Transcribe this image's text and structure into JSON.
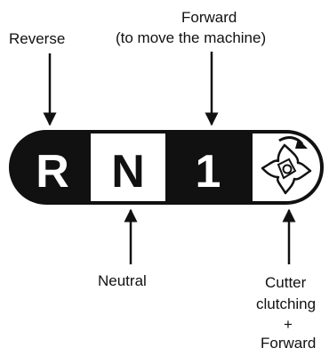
{
  "selector": {
    "positions": [
      {
        "symbol": "R",
        "name": "reverse"
      },
      {
        "symbol": "N",
        "name": "neutral"
      },
      {
        "symbol": "1",
        "name": "forward"
      },
      {
        "symbol": "",
        "name": "cutter-clutching-forward",
        "icon": "cutter-rotor-icon"
      }
    ],
    "colors": {
      "ink": "#111111",
      "paper": "#ffffff"
    }
  },
  "labels": {
    "reverse": "Reverse",
    "forward_line1": "Forward",
    "forward_line2": "(to move the machine)",
    "neutral": "Neutral",
    "cutter_line1": "Cutter",
    "cutter_line2": "clutching",
    "cutter_line3": "+",
    "cutter_line4": "Forward"
  }
}
